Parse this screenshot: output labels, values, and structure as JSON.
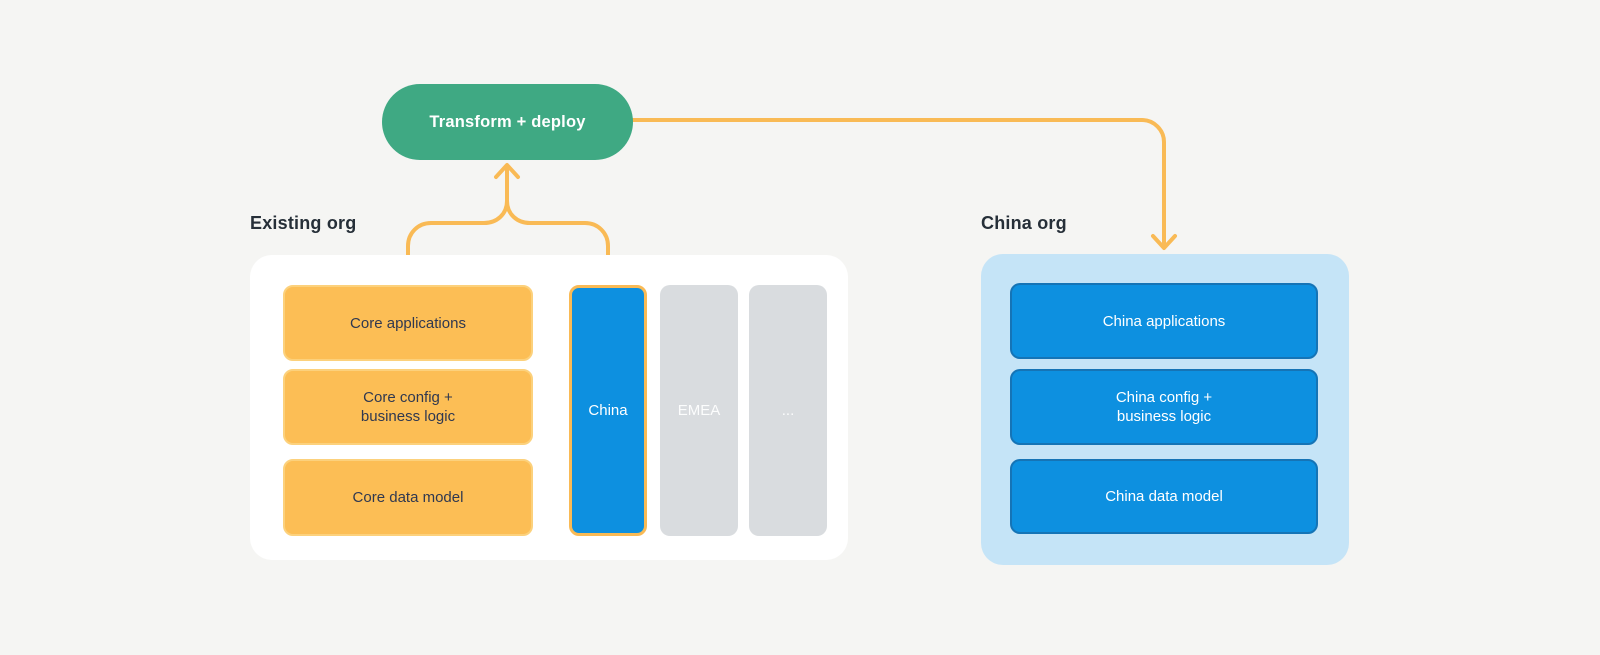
{
  "palette": {
    "background": "#F5F5F3",
    "green_node": "#3FA983",
    "connector_orange": "#F9BA55",
    "core_box_fill": "#FCBE55",
    "core_box_border": "#FCD17C",
    "core_box_text": "#2F3850",
    "blue_box_fill": "#0D90E0",
    "blue_box_border": "#1574B6",
    "inactive_column_fill": "#D9DCDF",
    "china_org_container": "#C5E4F7",
    "existing_org_container": "#FFFFFF",
    "heading_text": "#262F38"
  },
  "transform_pill": {
    "label": "Transform + deploy"
  },
  "existing_org": {
    "title": "Existing org",
    "core_boxes": [
      {
        "label": "Core applications"
      },
      {
        "label": "Core config +\nbusiness logic"
      },
      {
        "label": "Core data model"
      }
    ],
    "region_columns": [
      {
        "label": "China",
        "state": "active"
      },
      {
        "label": "EMEA",
        "state": "inactive"
      },
      {
        "label": "...",
        "state": "inactive"
      }
    ]
  },
  "china_org": {
    "title": "China org",
    "boxes": [
      {
        "label": "China applications"
      },
      {
        "label": "China config +\nbusiness logic"
      },
      {
        "label": "China data model"
      }
    ]
  }
}
